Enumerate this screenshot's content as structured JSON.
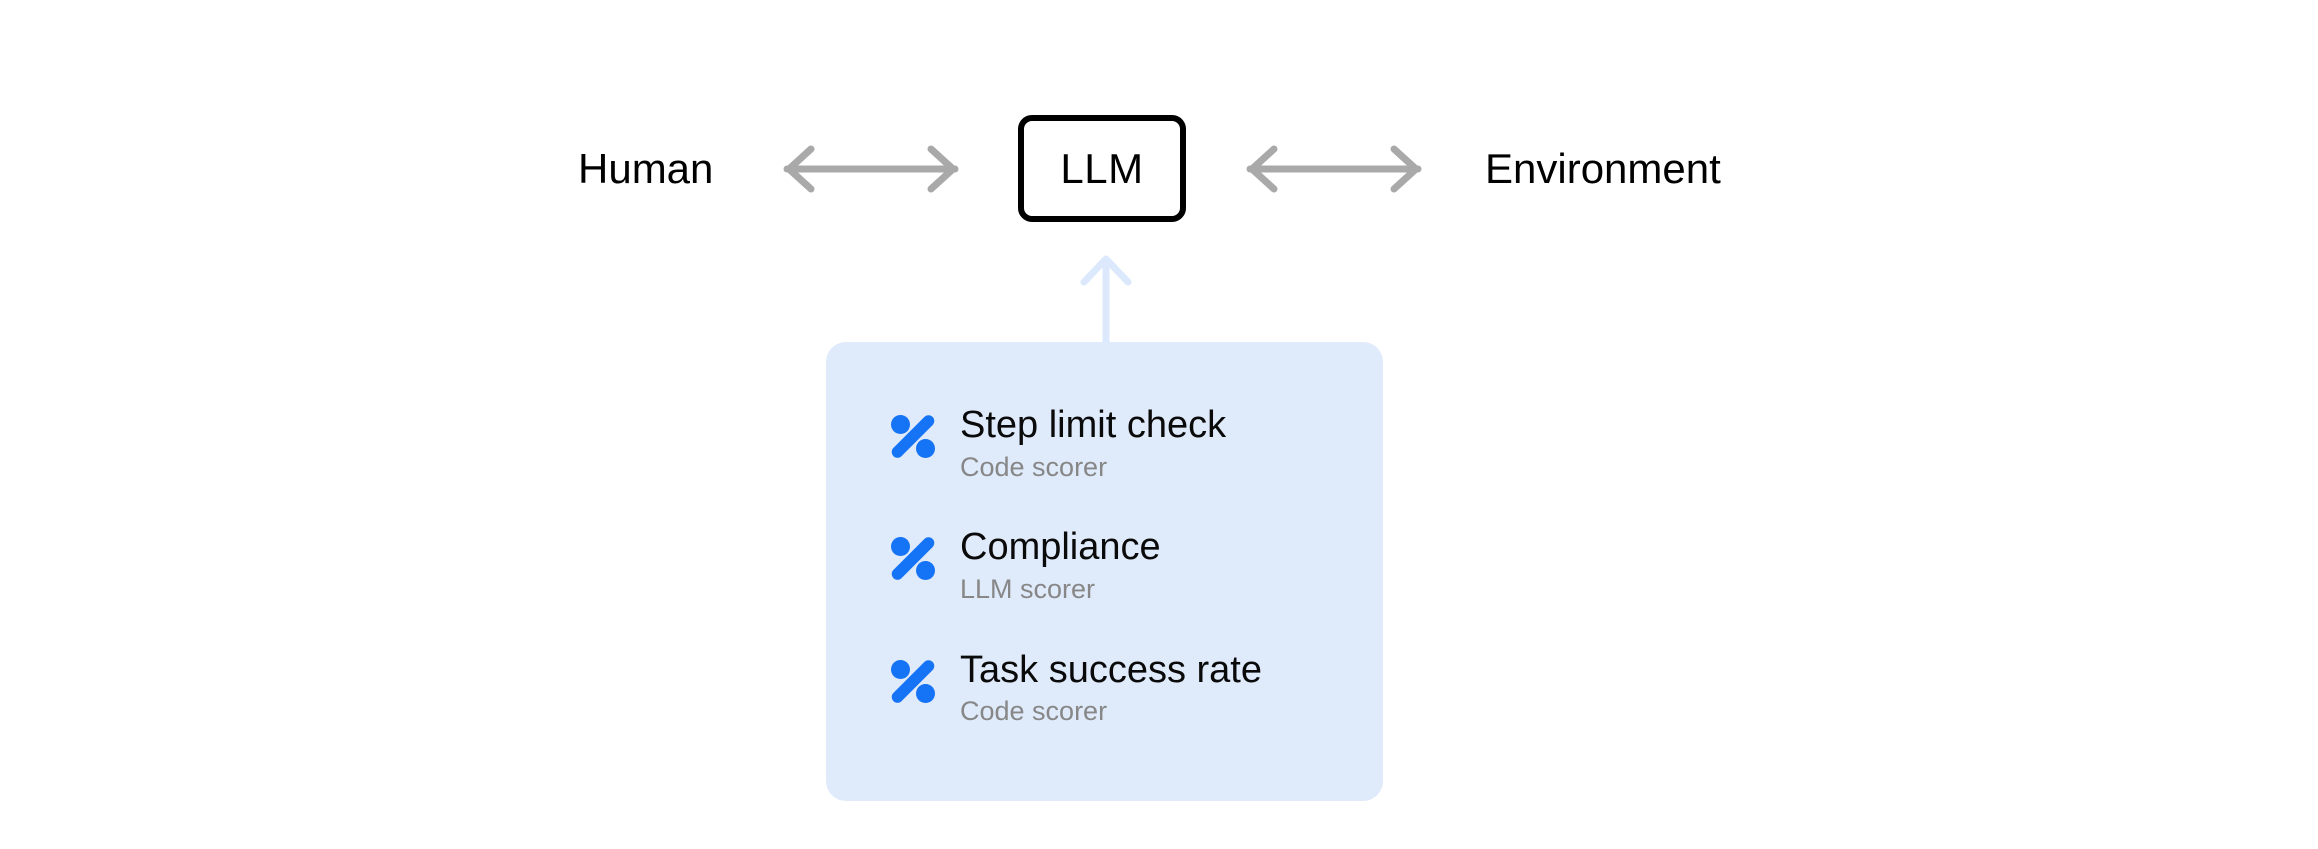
{
  "diagram": {
    "nodes": {
      "human_label": "Human",
      "llm_label": "LLM",
      "environment_label": "Environment"
    },
    "connectors": {
      "human_to_llm": "double-headed-arrow-icon",
      "llm_to_environment": "double-headed-arrow-icon",
      "scorers_to_llm": "up-arrow-icon"
    },
    "colors": {
      "card_background": "#DFEAFB",
      "scorer_icon": "#1573F5",
      "connector_gray": "#A9A9A9",
      "connector_light_blue": "#DCE8FB",
      "node_border": "#000000",
      "title_text": "#0A0A0A",
      "subtitle_text": "#878787"
    }
  },
  "scorer_card": {
    "items": [
      {
        "icon": "percent-icon",
        "title": "Step limit check",
        "subtitle": "Code scorer"
      },
      {
        "icon": "percent-icon",
        "title": "Compliance",
        "subtitle": "LLM scorer"
      },
      {
        "icon": "percent-icon",
        "title": "Task success rate",
        "subtitle": "Code scorer"
      }
    ]
  }
}
